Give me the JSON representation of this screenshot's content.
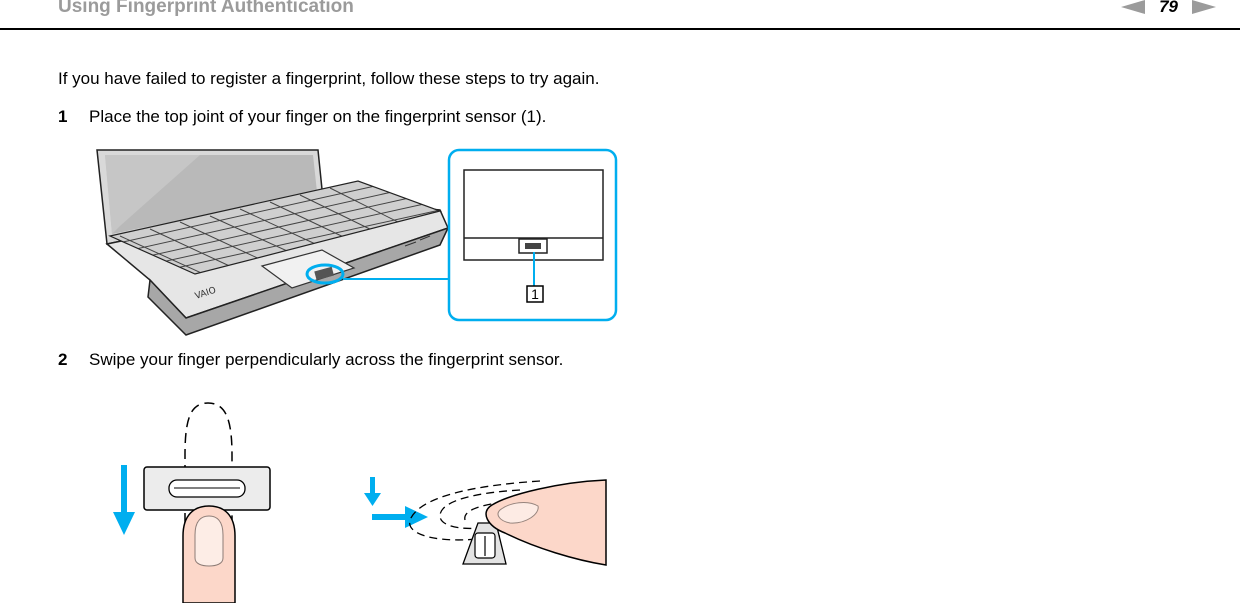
{
  "header": {
    "title": "Using Fingerprint Authentication",
    "page_number": "79",
    "prev_icon": "triangle-left-arrow",
    "next_icon": "triangle-right-arrow"
  },
  "intro_text": "If you have failed to register a fingerprint, follow these steps to try again.",
  "steps": [
    {
      "number": "1",
      "text": "Place the top joint of your finger on the fingerprint sensor (1)."
    },
    {
      "number": "2",
      "text": "Swipe your finger perpendicularly across the fingerprint sensor."
    }
  ],
  "illustrations": {
    "laptop": {
      "callout_label": "1",
      "logo_text": "VAIO"
    }
  },
  "colors": {
    "accent": "#00aeef",
    "header_text": "#9b9b9b",
    "finger_fill": "#fcd7c9"
  }
}
